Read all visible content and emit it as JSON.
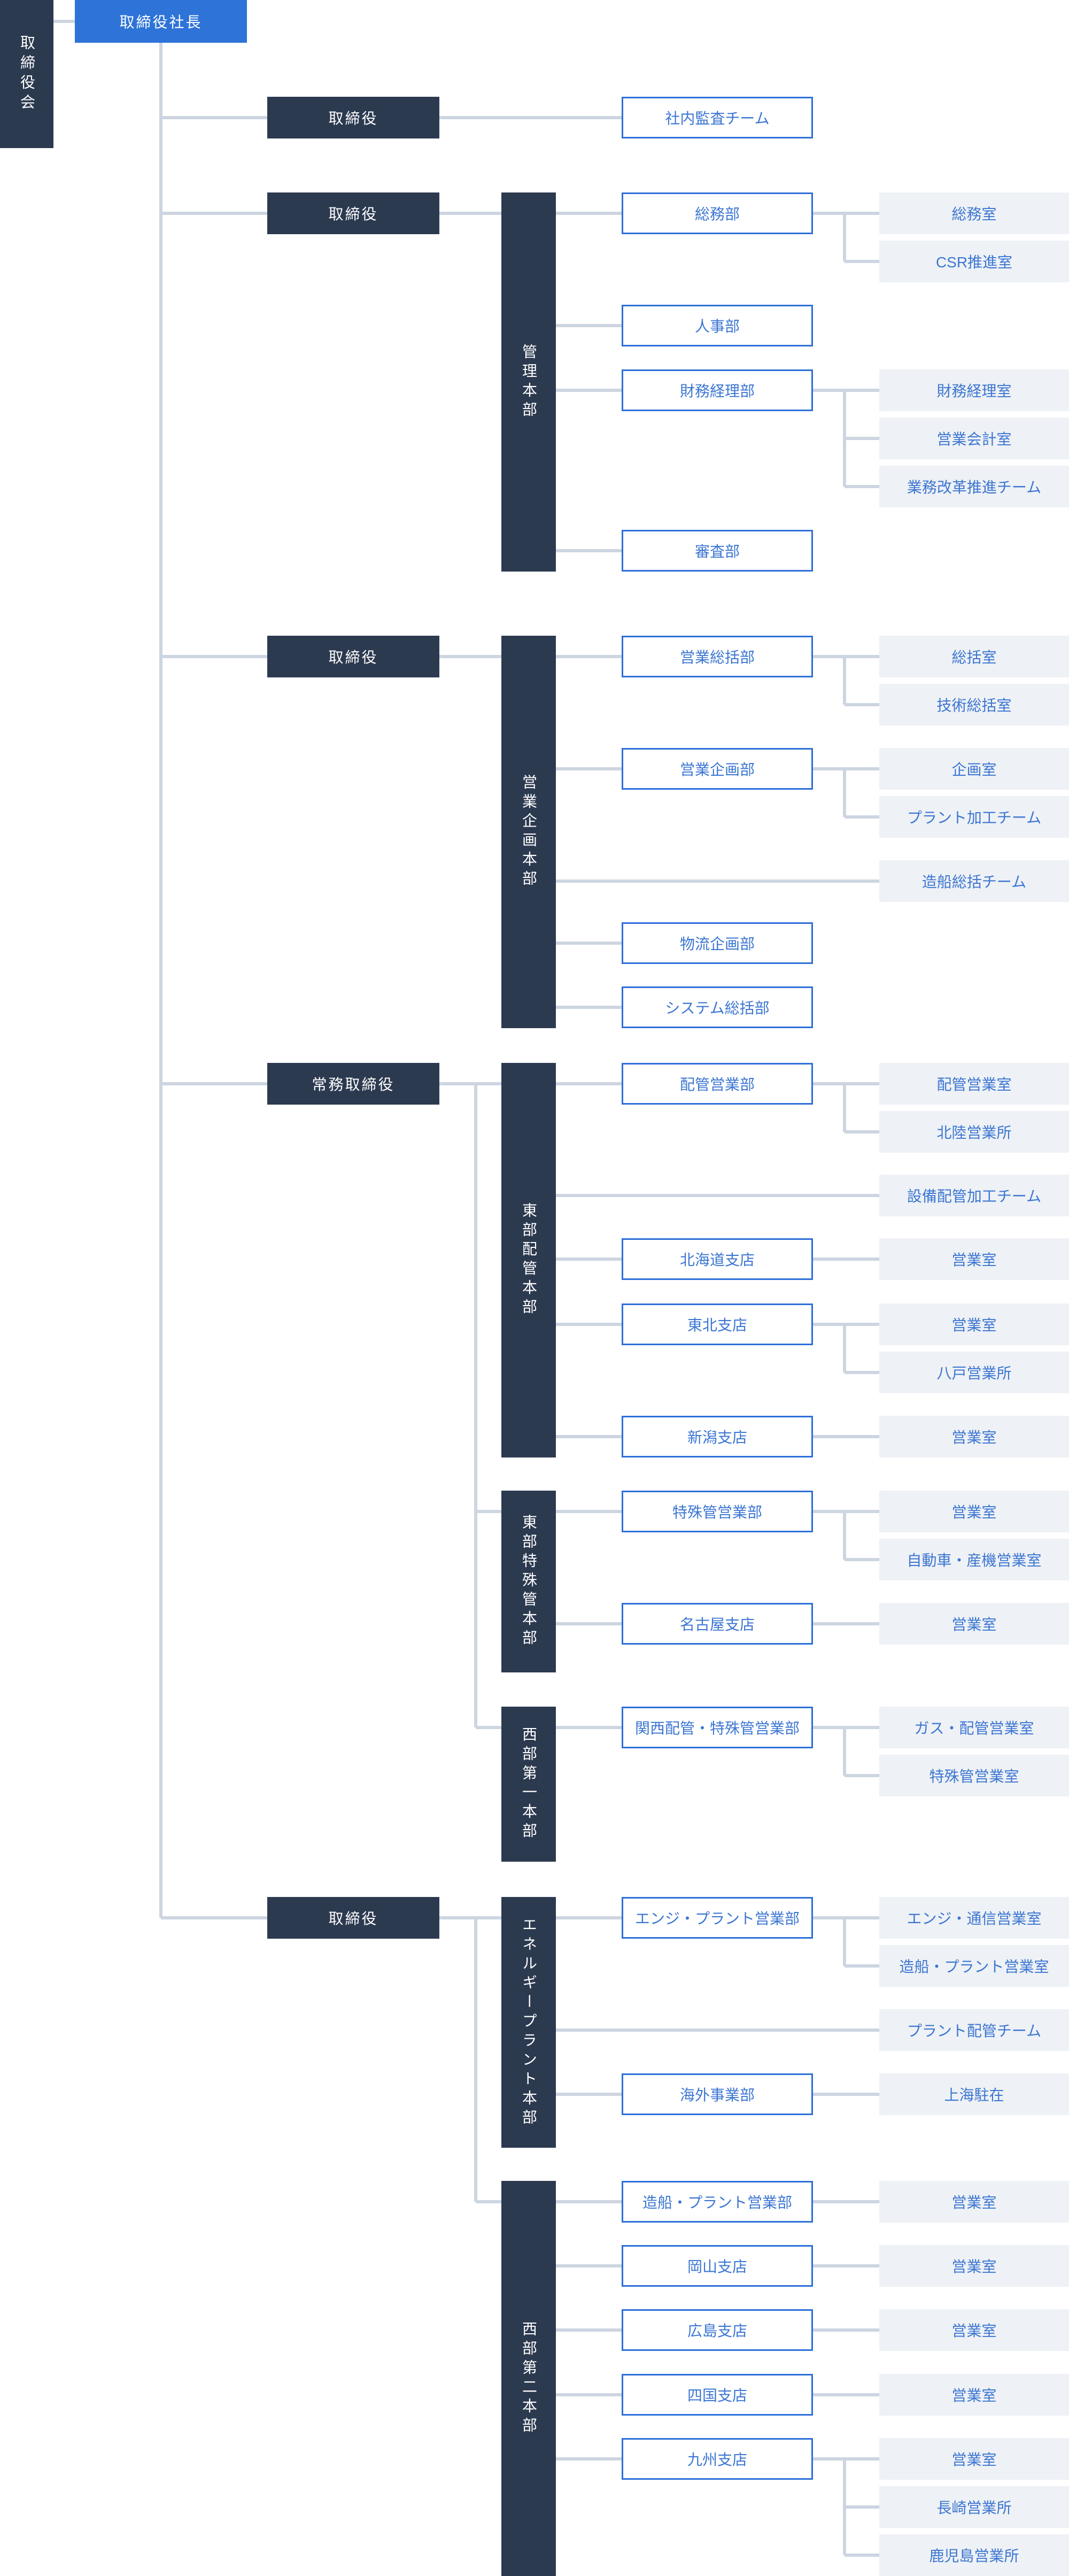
{
  "palette": {
    "navy": "#2c3a50",
    "president_blue": "#2e74d8",
    "dept_border_blue": "#2d6fd9",
    "label_blue": "#3c76d2",
    "office_bg": "#eef1f5",
    "connector": "#ccd5e0"
  },
  "org": {
    "board": "取締役会",
    "president": "取締役社長",
    "branches": [
      {
        "head": "取締役",
        "groups": [
          {
            "dept": "社内監査チーム"
          }
        ]
      },
      {
        "head": "取締役",
        "divisions": [
          {
            "name": "管理本部",
            "groups": [
              {
                "dept": "総務部",
                "offices": [
                  "総務室",
                  "CSR推進室"
                ]
              },
              {
                "dept": "人事部",
                "offices": []
              },
              {
                "dept": "財務経理部",
                "offices": [
                  "財務経理室",
                  "営業会計室",
                  "業務改革推進チーム"
                ]
              },
              {
                "dept": "審査部",
                "offices": []
              }
            ]
          }
        ]
      },
      {
        "head": "取締役",
        "divisions": [
          {
            "name": "営業企画本部",
            "groups": [
              {
                "dept": "営業総括部",
                "offices": [
                  "総括室",
                  "技術総括室"
                ]
              },
              {
                "dept": "営業企画部",
                "offices": [
                  "企画室",
                  "プラント加工チーム"
                ]
              },
              {
                "team": "造船総括チーム"
              },
              {
                "dept": "物流企画部",
                "offices": []
              },
              {
                "dept": "システム総括部",
                "offices": []
              }
            ]
          }
        ]
      },
      {
        "head": "常務取締役",
        "divisions": [
          {
            "name": "東部配管本部",
            "groups": [
              {
                "dept": "配管営業部",
                "offices": [
                  "配管営業室",
                  "北陸営業所"
                ]
              },
              {
                "team": "設備配管加工チーム"
              },
              {
                "dept": "北海道支店",
                "offices": [
                  "営業室"
                ]
              },
              {
                "dept": "東北支店",
                "offices": [
                  "営業室",
                  "八戸営業所"
                ]
              },
              {
                "dept": "新潟支店",
                "offices": [
                  "営業室"
                ]
              }
            ]
          },
          {
            "name": "東部特殊管本部",
            "groups": [
              {
                "dept": "特殊管営業部",
                "offices": [
                  "営業室",
                  "自動車・産機営業室"
                ]
              },
              {
                "dept": "名古屋支店",
                "offices": [
                  "営業室"
                ]
              }
            ]
          },
          {
            "name": "西部第一本部",
            "groups": [
              {
                "dept": "関西配管・特殊管営業部",
                "offices": [
                  "ガス・配管営業室",
                  "特殊管営業室"
                ]
              }
            ]
          }
        ]
      },
      {
        "head": "取締役",
        "divisions": [
          {
            "name": "エネルギープラント本部",
            "groups": [
              {
                "dept": "エンジ・プラント営業部",
                "offices": [
                  "エンジ・通信営業室",
                  "造船・プラント営業室"
                ]
              },
              {
                "team": "プラント配管チーム"
              },
              {
                "dept": "海外事業部",
                "offices": [
                  "上海駐在"
                ]
              }
            ]
          },
          {
            "name": "西部第二本部",
            "groups": [
              {
                "dept": "造船・プラント営業部",
                "offices": [
                  "営業室"
                ]
              },
              {
                "dept": "岡山支店",
                "offices": [
                  "営業室"
                ]
              },
              {
                "dept": "広島支店",
                "offices": [
                  "営業室"
                ]
              },
              {
                "dept": "四国支店",
                "offices": [
                  "営業室"
                ]
              },
              {
                "dept": "九州支店",
                "offices": [
                  "営業室",
                  "長崎営業所",
                  "鹿児島営業所"
                ]
              }
            ]
          }
        ]
      }
    ]
  }
}
